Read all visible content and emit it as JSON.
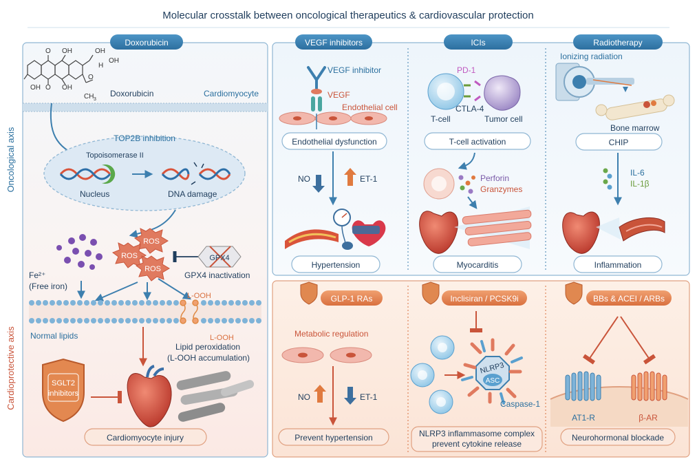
{
  "title": "Molecular crosstalk between oncological therapeutics & cardiovascular protection",
  "side_labels": {
    "top": "Oncological axis",
    "bottom": "Cardioprotective axis"
  },
  "doxo": {
    "header": "Doxorubicin",
    "molecule_name": "Doxorubicin",
    "cell_label": "Cardiomyocyte",
    "atoms": {
      "o1": "O",
      "oh1": "OH",
      "oh2": "OH",
      "oh3": "OH",
      "oh4": "OH",
      "o2": "O",
      "oh5": "OH",
      "o3": "O",
      "ch3": "CH",
      "ch3_sub": "3",
      "h": "H"
    },
    "top2b": "TOP2B inhibition",
    "topo": "Topoisomerase II",
    "nucleus": "Nucleus",
    "dna_damage": "DNA damage",
    "ros": "ROS",
    "gpx4": "GPX4",
    "gpx4_inact": "GPX4 inactivation",
    "fe": "Fe²⁺",
    "free_iron": "(Free iron)",
    "looh": "L-OOH",
    "normal_lipids": "Normal lipids",
    "lipid_perox_1": "Lipid peroxidation",
    "lipid_perox_2": "(L-OOH accumulation)",
    "sglt2_1": "SGLT2",
    "sglt2_2": "inhibitors",
    "injury": "Cardiomyocyte injury"
  },
  "vegf": {
    "header": "VEGF inhibitors",
    "inhibitor": "VEGF inhibitor",
    "vegf": "VEGF",
    "endo_cell": "Endothelial cell",
    "dysfunction": "Endothelial dysfunction",
    "no": "NO",
    "et1": "ET-1",
    "hypertension": "Hypertension"
  },
  "ici": {
    "header": "ICIs",
    "pd1": "PD-1",
    "ctla4": "CTLA-4",
    "tcell": "T-cell",
    "tumor": "Tumor cell",
    "activation": "T-cell activation",
    "perforin": "Perforin",
    "granzymes": "Granzymes",
    "myocarditis": "Myocarditis"
  },
  "radio": {
    "header": "Radiotherapy",
    "ionizing": "Ionizing radiation",
    "bone_marrow": "Bone marrow",
    "chip": "CHIP",
    "il6": "IL-6",
    "il1b": "IL-1β",
    "inflammation": "Inflammation"
  },
  "glp1": {
    "header": "GLP-1 RAs",
    "metabolic": "Metabolic regulation",
    "no": "NO",
    "et1": "ET-1",
    "prevent": "Prevent hypertension"
  },
  "pcsk9": {
    "header": "Inclisiran / PCSK9i",
    "nlrp3": "NLRP3",
    "asc": "ASC",
    "caspase": "Caspase-1",
    "result_1": "NLRP3 inflammasome complex",
    "result_2": "prevent cytokine release"
  },
  "bb": {
    "header": "BBs & ACEI / ARBs",
    "at1r": "AT1-R",
    "bar": "β-AR",
    "blockade": "Neurohormonal blockade"
  }
}
